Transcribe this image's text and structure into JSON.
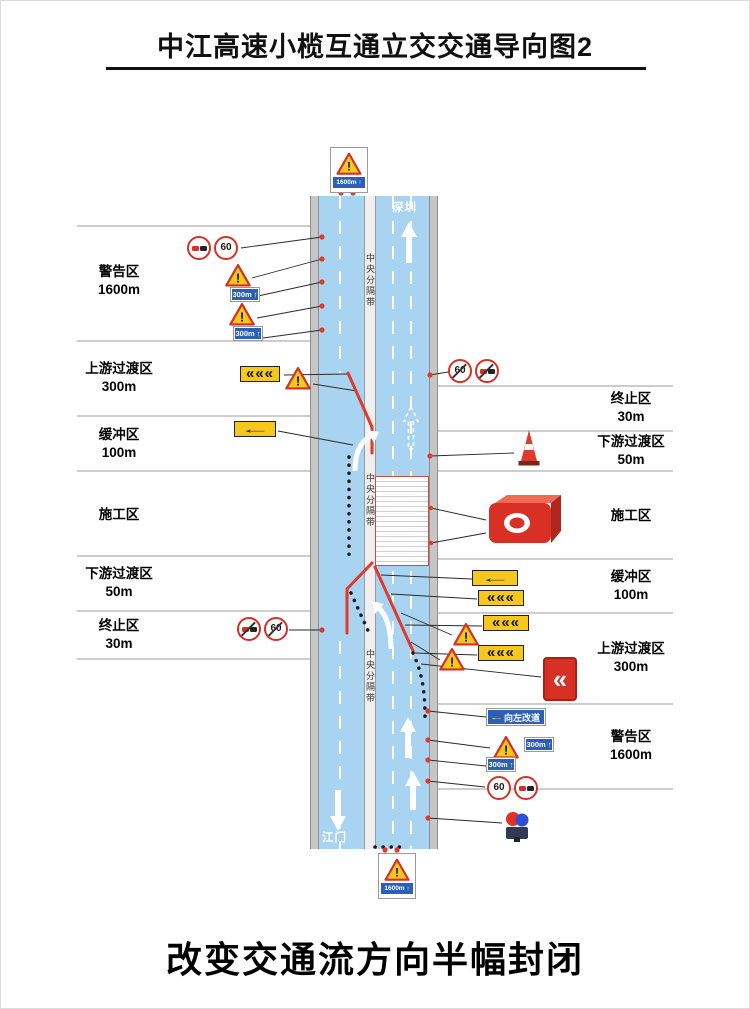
{
  "page": {
    "title": "中江高速小榄互通立交交通导向图2",
    "caption": "改变交通流方向半幅封闭"
  },
  "road": {
    "dest_top": "深圳",
    "dest_bottom": "江门",
    "median_label": "中央分隔带"
  },
  "zones_left": [
    {
      "name": "警告区",
      "dist": "1600m"
    },
    {
      "name": "上游过渡区",
      "dist": "300m"
    },
    {
      "name": "缓冲区",
      "dist": "100m"
    },
    {
      "name": "施工区",
      "dist": ""
    },
    {
      "name": "下游过渡区",
      "dist": "50m"
    },
    {
      "name": "终止区",
      "dist": "30m"
    }
  ],
  "zones_right": [
    {
      "name": "终止区",
      "dist": "30m"
    },
    {
      "name": "下游过渡区",
      "dist": "50m"
    },
    {
      "name": "施工区",
      "dist": ""
    },
    {
      "name": "缓冲区",
      "dist": "100m"
    },
    {
      "name": "上游过渡区",
      "dist": "300m"
    },
    {
      "name": "警告区",
      "dist": "1600m"
    }
  ],
  "signs": {
    "speed_limit": "60",
    "warn_mark": "!",
    "dist_300": "300m ↑",
    "dist_1600": "1600m ↑",
    "divert_left": "向左改道",
    "chevrons": "«««",
    "chevron_single": "«",
    "arrow_left": "←"
  },
  "colors": {
    "road_blue": "#a9d4f1",
    "barrier_red": "#e03a2a",
    "sign_yellow": "#f6c81d",
    "sign_blue": "#2b5fb8"
  }
}
